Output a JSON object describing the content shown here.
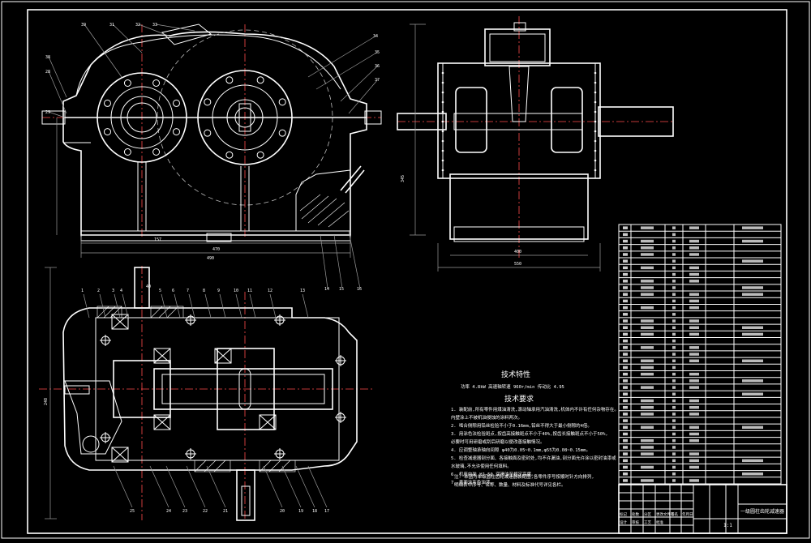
{
  "drawing": {
    "sheet_color": "#000000",
    "line_color": "#ffffff",
    "centerline_color": "#ff4a4a",
    "leader_labels_front": [
      "39",
      "31",
      "32",
      "33",
      "34",
      "35",
      "36",
      "37",
      "38",
      "28",
      "29",
      "14",
      "15",
      "16"
    ],
    "leader_labels_plan": [
      "1",
      "2",
      "3",
      "4",
      "5",
      "6",
      "7",
      "8",
      "9",
      "10",
      "11",
      "12",
      "13",
      "25",
      "24",
      "23",
      "22",
      "21",
      "20",
      "19",
      "18",
      "17"
    ],
    "dimension_labels": {
      "front_length_total": "490",
      "front_length_a": "157",
      "front_length_b": "470",
      "side_width": "400",
      "side_width_base": "550",
      "side_height": "345",
      "plan_height": "248",
      "plan_top_offset": "40"
    },
    "tech_char_title": "技术特性",
    "tech_char_line": "功率 4.8kW  高速轴转速 960r/min  传动比 4.95",
    "tech_req_title": "技术要求",
    "tech_req_lines": [
      "1. 装配前,所有零件用煤油清洗,滚动轴承用汽油清洗,机体内不许有任何杂物存在。",
      "   内壁涂上不被机油侵蚀的涂料两次。",
      "2. 啮合侧隙用铅丝检验不小于0.16mm,铅丝不得大于最小侧隙的4倍。",
      "3. 用涂色法检验斑点,按齿高接触斑点不小于40%,按齿长接触斑点不小于50%,",
      "   必要时可用研磨或刮后研磨以便改善接触情况。",
      "4. 应调整轴承轴向间隙 φ40为0.05~0.1mm,φ55为0.08~0.15mm。",
      "5. 检查减速器剖分面、各接触面及密封处,均不许漏油,剖分面允许涂以密封油漆或",
      "   水玻璃,不允许使用任何填料。",
      "6. 机座内装 HJ-50 润滑油至规定高度。",
      "7. 表面涂灰色油漆。"
    ],
    "bottom_note_lines": [
      "注: 本图为单级圆柱齿轮减速器装配图,各零件序号按顺时针方向排列,",
      "    明细表中序号、名称、数量、材料及标准代号详见各栏。"
    ],
    "title_block": {
      "drawing_name": "一级圆柱齿轮减速器",
      "scale": "1:1",
      "rows": [
        "标记",
        "处数",
        "分区",
        "更改文件号",
        "签名",
        "年月日",
        "设计",
        "审核",
        "工艺",
        "批准"
      ]
    }
  }
}
